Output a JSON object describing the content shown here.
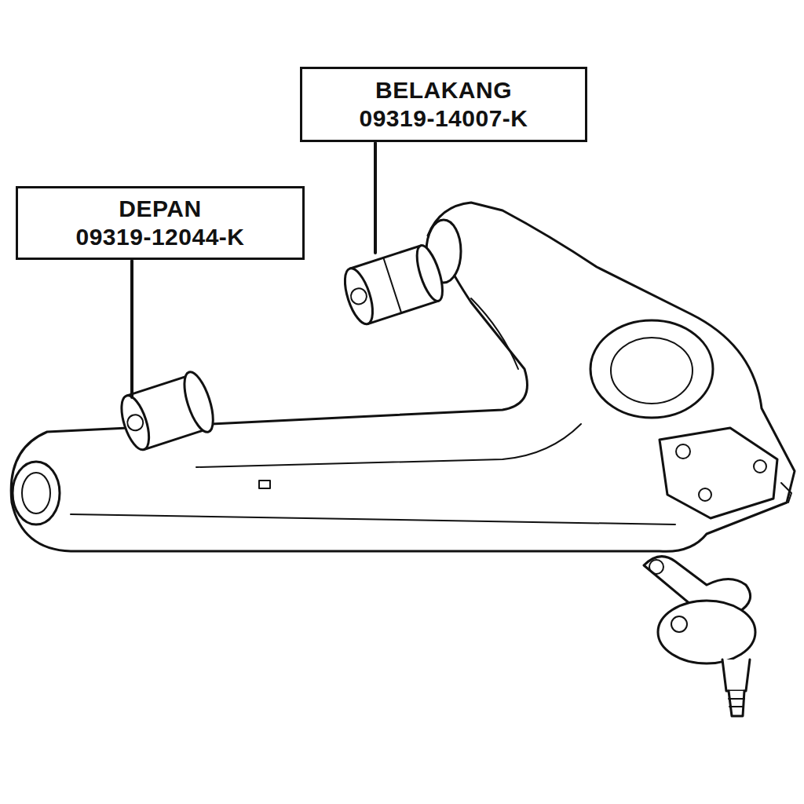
{
  "diagram": {
    "nodes": [
      {
        "text": [
          "BELAKANG",
          "09319-14007-K"
        ]
      },
      {
        "text": [
          "DEPAN",
          "09319-12044-K"
        ]
      }
    ]
  }
}
